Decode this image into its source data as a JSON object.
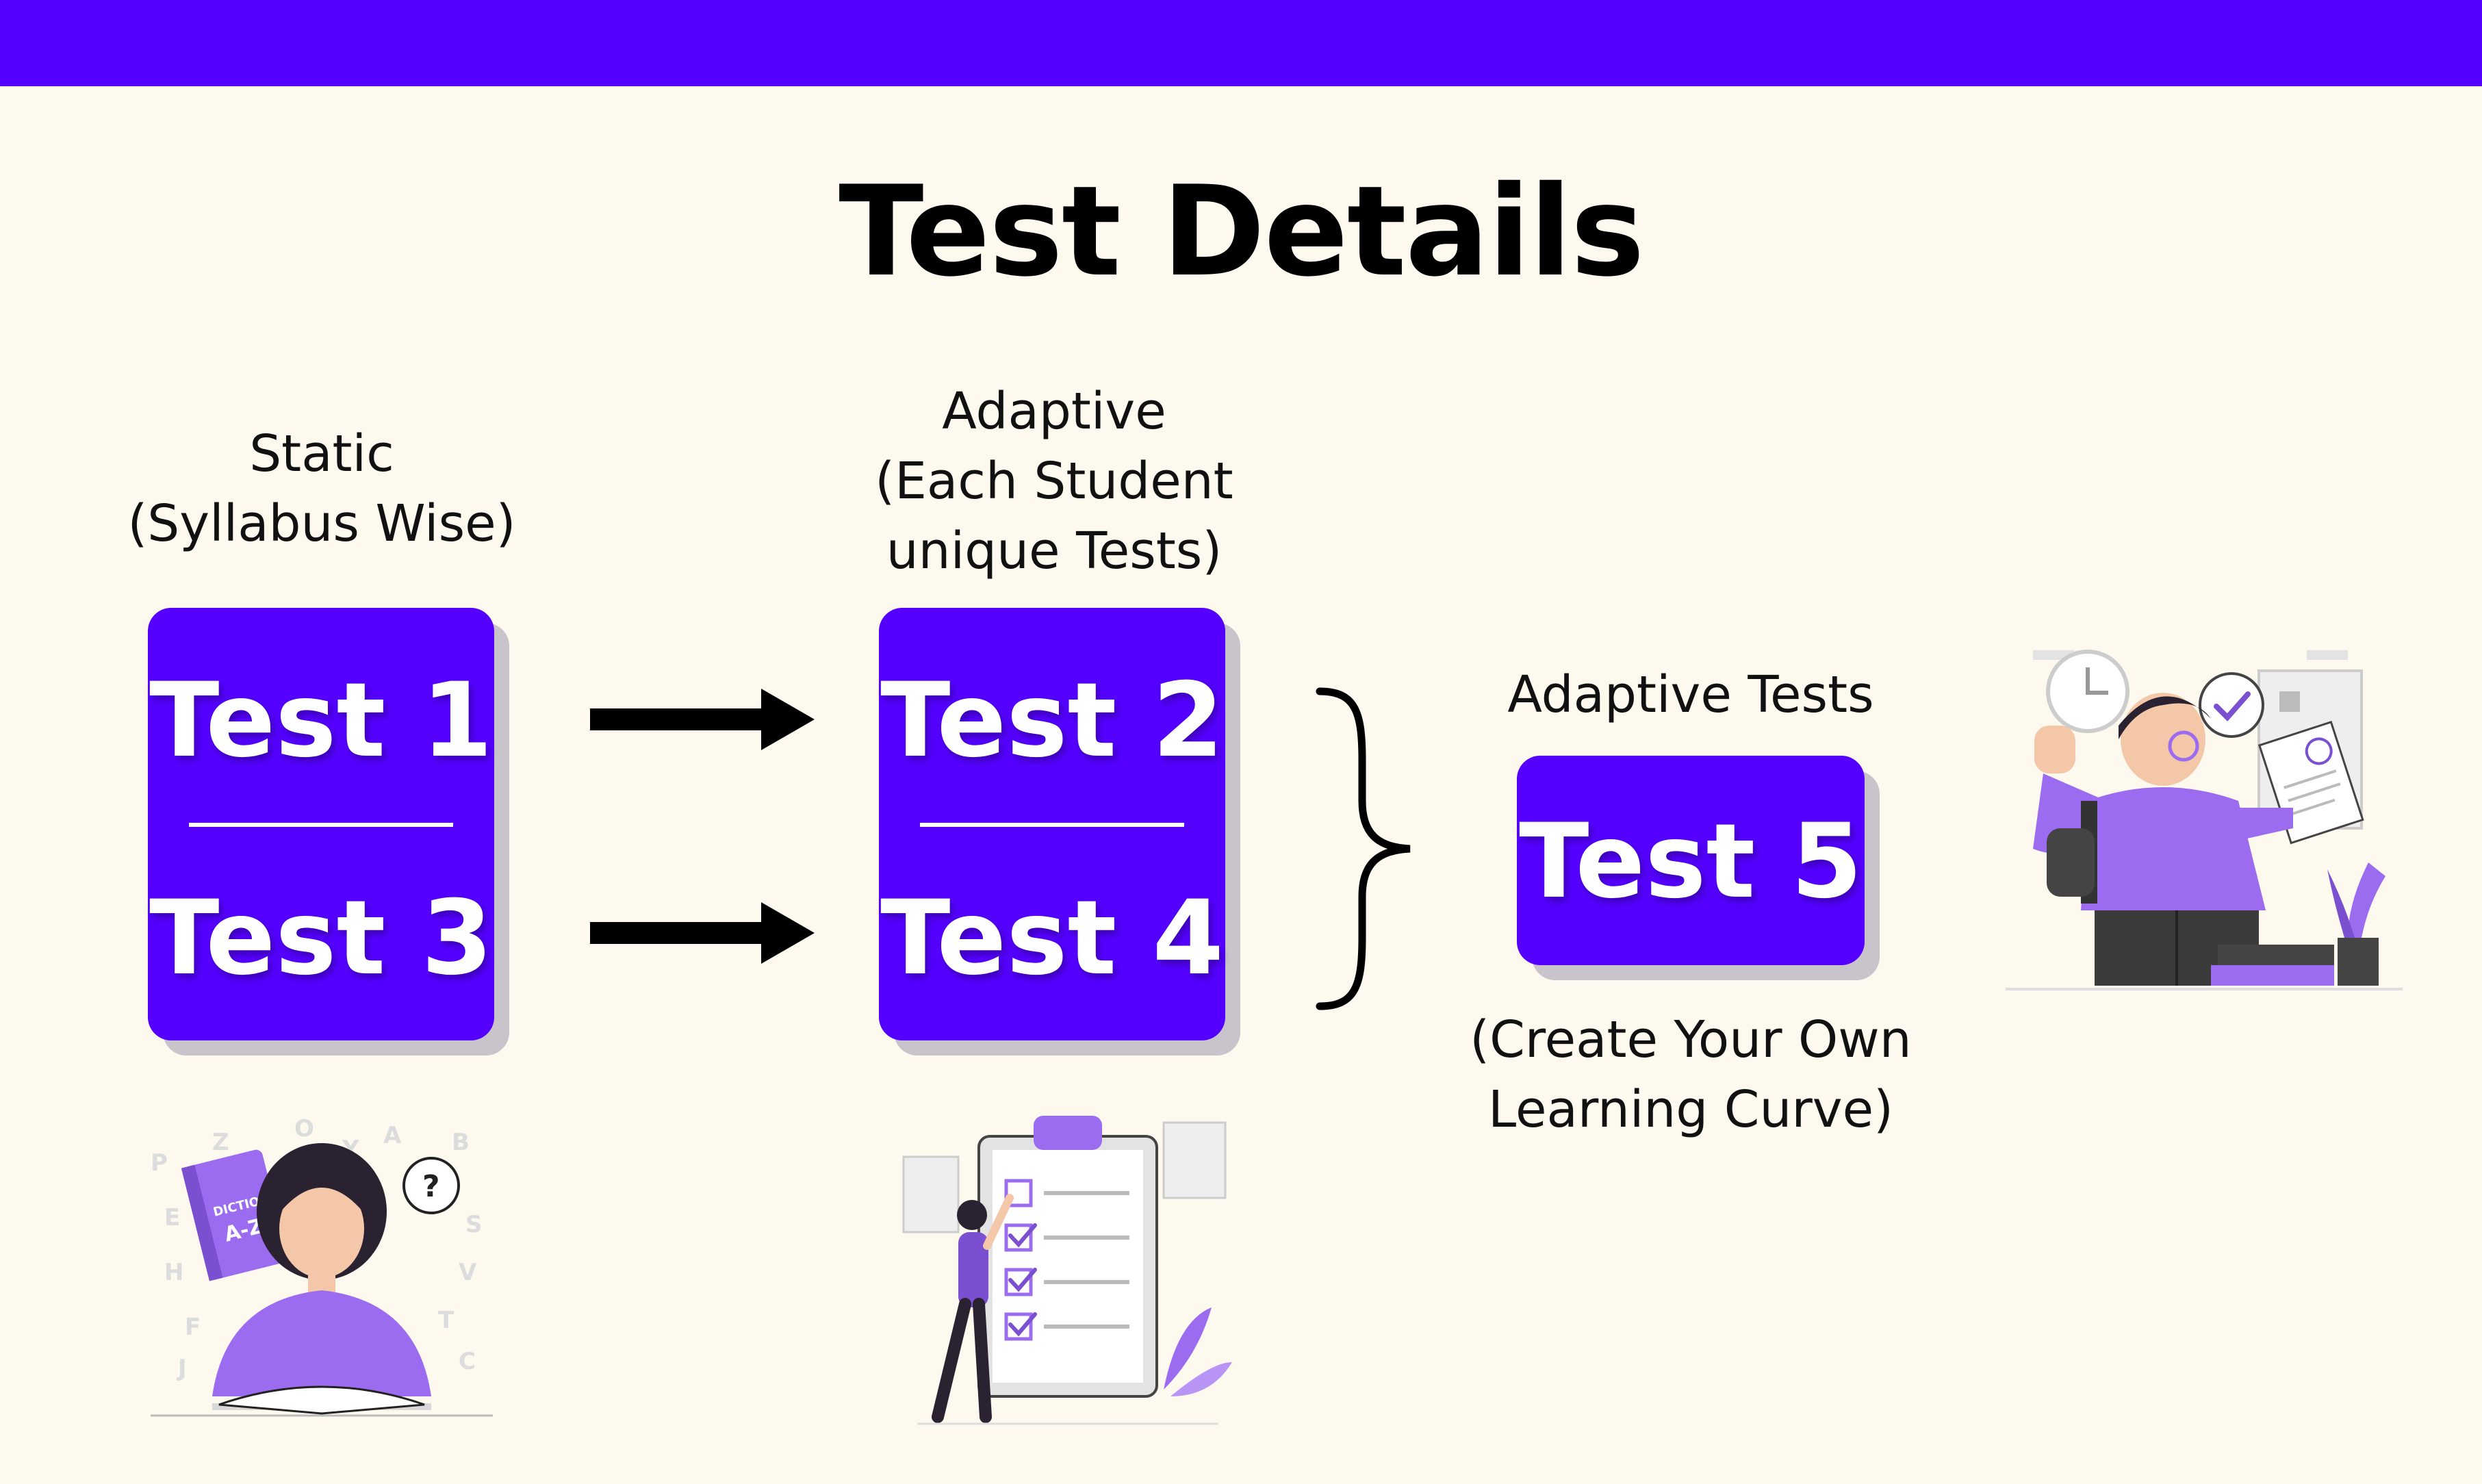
{
  "title": "Test Details",
  "static": {
    "label_line1": "Static",
    "label_line2": "(Syllabus Wise)",
    "top_test": "Test 1",
    "bottom_test": "Test 3"
  },
  "adaptive": {
    "label_line1": "Adaptive",
    "label_line2": "(Each Student",
    "label_line3": "unique Tests)",
    "top_test": "Test 2",
    "bottom_test": "Test 4"
  },
  "adaptive_tests": {
    "label": "Adaptive Tests",
    "test": "Test 5",
    "caption_line1": "(Create Your Own",
    "caption_line2": "Learning Curve)"
  },
  "book_text": {
    "title": "DICTIONARY",
    "subtitle": "A-Z",
    "question": "?"
  },
  "illustration_icons": [
    "reading-woman-illustration",
    "checklist-clipboard-illustration",
    "student-with-paper-illustration"
  ],
  "colors": {
    "accent": "#5500ff",
    "background": "#fdf9ee",
    "shadow": "#c9c3cc",
    "illustration_purple": "#9b6cf0"
  }
}
